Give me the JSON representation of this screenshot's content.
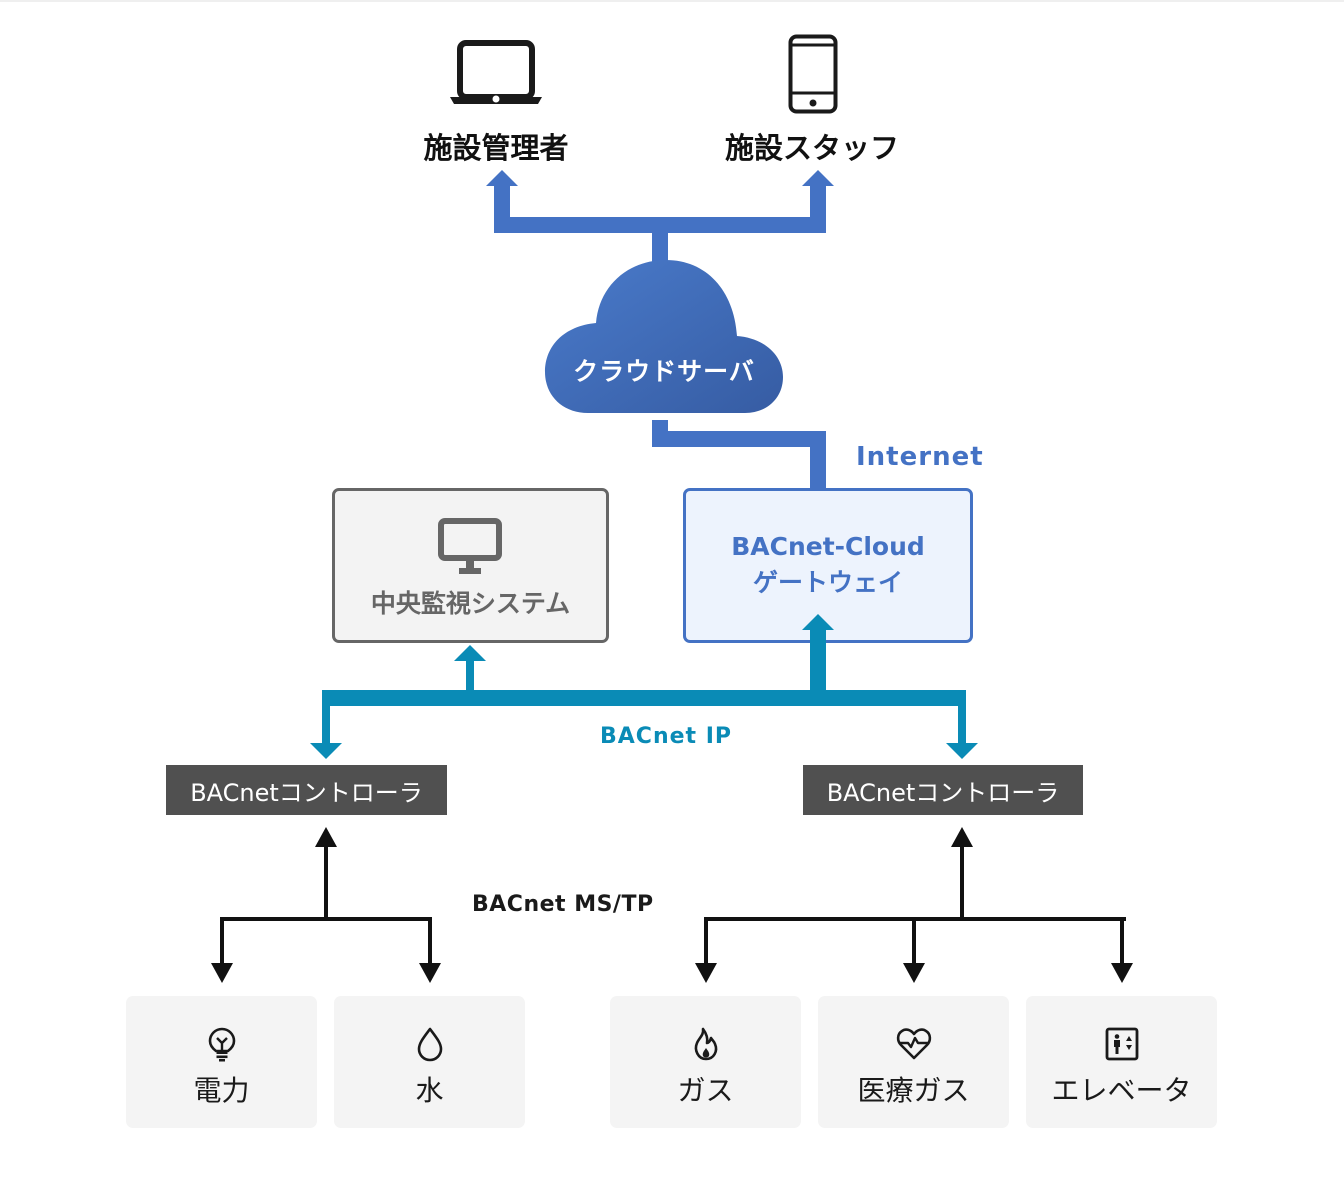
{
  "users": [
    {
      "label": "施設管理者",
      "icon": "laptop-icon"
    },
    {
      "label": "施設スタッフ",
      "icon": "smartphone-icon"
    }
  ],
  "cloud": {
    "label": "クラウドサーバ",
    "icon": "cloud-icon"
  },
  "links": {
    "internet": "Internet",
    "bacnet_ip": "BACnet IP",
    "bacnet_mstp": "BACnet MS/TP"
  },
  "central_system": {
    "label": "中央監視システム",
    "icon": "monitor-icon"
  },
  "gateway": {
    "line1": "BACnet-Cloud",
    "line2": "ゲートウェイ"
  },
  "controllers": [
    {
      "label": "BACnetコントローラ"
    },
    {
      "label": "BACnetコントローラ"
    }
  ],
  "devices": [
    {
      "label": "電力",
      "icon": "lightbulb-icon"
    },
    {
      "label": "水",
      "icon": "water-drop-icon"
    },
    {
      "label": "ガス",
      "icon": "flame-icon"
    },
    {
      "label": "医療ガス",
      "icon": "heart-pulse-icon"
    },
    {
      "label": "エレベータ",
      "icon": "elevator-icon"
    }
  ],
  "colors": {
    "internet_link": "#4472C4",
    "bacnet_ip_link": "#0A8BB6",
    "mstp_link": "#111111",
    "controller_fill": "#505050",
    "gateway_fill": "#EDF3FD",
    "central_fill": "#F3F3F3",
    "tile_fill": "#F4F4F4"
  }
}
